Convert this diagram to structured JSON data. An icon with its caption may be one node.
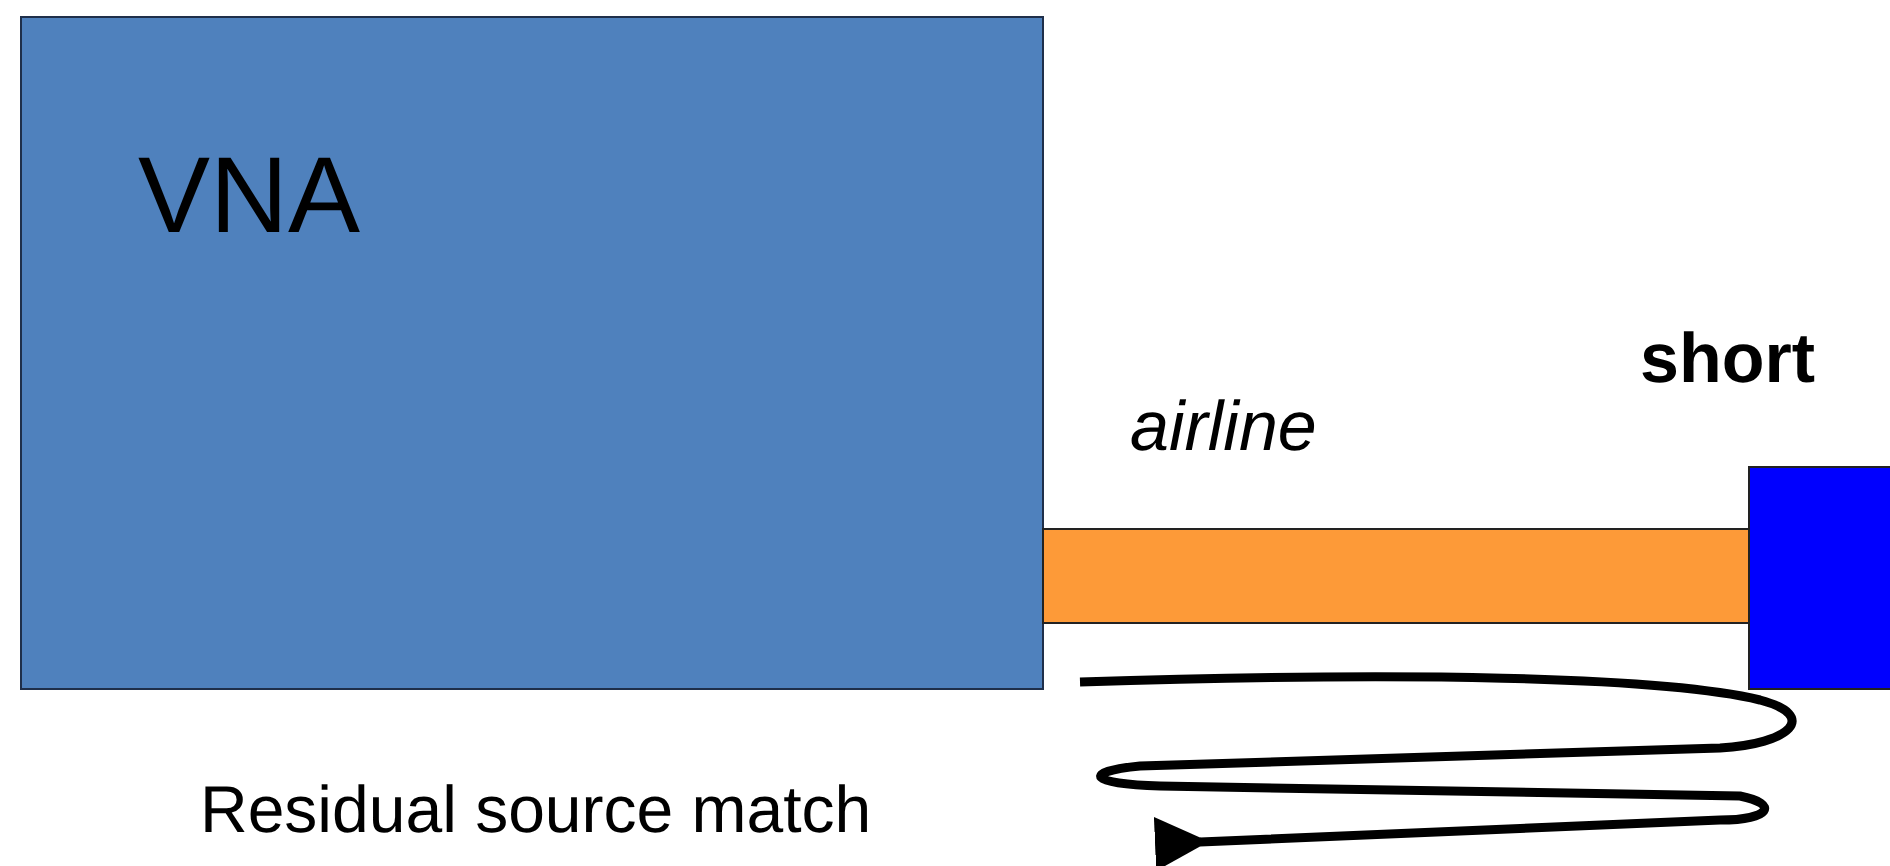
{
  "diagram": {
    "nodes": [
      {
        "text": [
          "VNA"
        ]
      },
      {
        "text": [
          "airline"
        ]
      },
      {
        "text": [
          "short"
        ]
      }
    ],
    "labels": [
      "Residual source match"
    ]
  }
}
